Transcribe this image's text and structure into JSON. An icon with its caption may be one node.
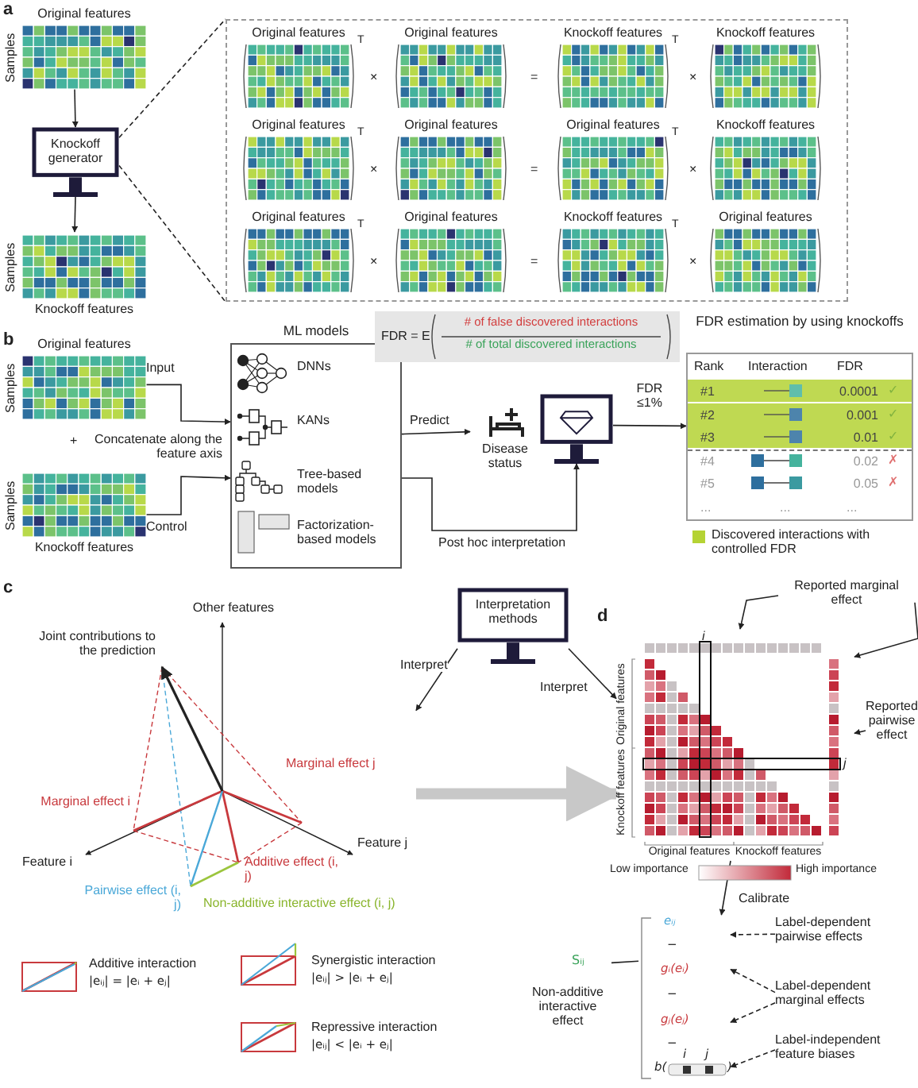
{
  "diagram": {
    "nodes": [
      {
        "text": [
          "Original features"
        ],
        "beside": [
          "Samples"
        ]
      },
      {
        "text": [
          "Knockoff generator"
        ]
      },
      {
        "text": [
          "Knockoff features"
        ],
        "beside": [
          "Samples"
        ]
      },
      {
        "text": [],
        "shape": "box"
      },
      {
        "text": [
          "Original features"
        ],
        "beside": [
          "T"
        ],
        "in": 3
      },
      {
        "text": [
          "Original features"
        ],
        "in": 3
      },
      {
        "text": [
          "Knockoff features"
        ],
        "beside": [
          "T"
        ],
        "in": 3
      },
      {
        "text": [
          "Knockoff features"
        ],
        "in": 3
      },
      {
        "text": [
          "Original features"
        ],
        "beside": [
          "T"
        ],
        "in": 3
      },
      {
        "text": [
          "Original features"
        ],
        "in": 3
      },
      {
        "text": [
          "Original features"
        ],
        "beside": [
          "T"
        ],
        "in": 3
      },
      {
        "text": [
          "Knockoff features"
        ],
        "in": 3
      },
      {
        "text": [
          "Original features"
        ],
        "beside": [
          "T"
        ],
        "in": 3
      },
      {
        "text": [
          "Original features"
        ],
        "in": 3
      },
      {
        "text": [
          "Knockoff features"
        ],
        "beside": [
          "T"
        ],
        "in": 3
      },
      {
        "text": [
          "Original features"
        ],
        "in": 3
      },
      {
        "text": [
          "Original features"
        ],
        "beside": [
          "Samples"
        ]
      },
      {
        "text": [
          "Knockoff features"
        ],
        "beside": [
          "Samples"
        ]
      },
      {
        "text": [
          "ML models"
        ]
      },
      {
        "text": [
          "DNNs"
        ],
        "in": 18
      },
      {
        "text": [
          "KANs"
        ],
        "in": 18
      },
      {
        "text": [
          "Tree-based models"
        ],
        "in": 18
      },
      {
        "text": [
          "Factorization-based models"
        ],
        "in": 18
      },
      {
        "text": [
          "Disease status"
        ]
      },
      {
        "text": [],
        "shape": "picture"
      },
      {
        "text": [
          "FDR = E",
          "# of false discovered interactions",
          "# of total discovered interactions"
        ]
      },
      {
        "text": [
          "FDR estimation by using knockoffs",
          "Rank",
          "Interaction",
          "FDR",
          "#1",
          "0.0001",
          "✓",
          "#2",
          "0.001",
          "✓",
          "#3",
          "0.01",
          "✓",
          "#4",
          "0.02",
          "✗",
          "#5",
          "0.05",
          "✗",
          "...",
          "...",
          "..."
        ]
      },
      {
        "text": [
          "Interpretation methods"
        ]
      },
      {
        "text": [
          "Other features",
          "Joint contributions to the prediction",
          "Marginal effect i",
          "Marginal effect j",
          "Additive effect (i, j)",
          "Pairwise effect (i, j)",
          "Non-additive interactive effect (i, j)",
          "Feature i",
          "Feature j"
        ]
      },
      {
        "text": [
          "i",
          "j",
          "Original features",
          "Knockoff features",
          "Original features",
          "Knockoff features"
        ]
      },
      {
        "text": [
          "Reported marginal effect"
        ]
      },
      {
        "text": [
          "Reported pairwise effect"
        ]
      },
      {
        "text": [
          "Sᵢⱼ",
          "Non-additive interactive effect"
        ]
      },
      {
        "text": [
          "eᵢⱼ",
          "−",
          "gᵢ(eᵢ)",
          "−",
          "gⱼ(eⱼ)",
          "−",
          "b(",
          "i",
          "j",
          ")"
        ]
      },
      {
        "text": [
          "Label-dependent pairwise effects"
        ]
      },
      {
        "text": [
          "Label-dependent marginal effects"
        ]
      },
      {
        "text": [
          "Label-independent feature biases"
        ]
      }
    ],
    "edges": [
      {
        "from": 0,
        "to": 1,
        "arrow": "to"
      },
      {
        "from": 1,
        "to": 2,
        "arrow": "to"
      },
      {
        "from": 1,
        "to": 3,
        "arrow": "none",
        "style": "dashed"
      },
      {
        "from": 16,
        "to": 18,
        "arrow": "to",
        "label": "Input"
      },
      {
        "from": 17,
        "to": 18,
        "arrow": "to",
        "label": "Control"
      },
      {
        "from": 18,
        "to": 23,
        "arrow": "to",
        "label": "Predict"
      },
      {
        "from": 18,
        "to": 24,
        "arrow": "to",
        "label": "Post hoc interpretation"
      },
      {
        "from": 24,
        "to": 26,
        "arrow": "to",
        "label": "FDR ≤1%"
      },
      {
        "from": 27,
        "to": 28,
        "arrow": "to",
        "label": "Interpret"
      },
      {
        "from": 27,
        "to": 29,
        "arrow": "to",
        "label": "Interpret"
      },
      {
        "from": 28,
        "to": 29,
        "arrow": "to",
        "style": "thick",
        "color": "#c8c8c8"
      },
      {
        "from": 30,
        "to": 29,
        "arrow": "to"
      },
      {
        "from": 30,
        "to": 29,
        "arrow": "to"
      },
      {
        "from": 31,
        "to": 29,
        "arrow": "to"
      },
      {
        "from": 29,
        "to": 33,
        "arrow": "to",
        "label": "Calibrate"
      },
      {
        "from": 32,
        "to": 33,
        "arrow": "none"
      },
      {
        "from": 34,
        "to": 33,
        "arrow": "to",
        "style": "dashed"
      },
      {
        "from": 35,
        "to": 33,
        "arrow": "to",
        "style": "dashed"
      },
      {
        "from": 35,
        "to": 33,
        "arrow": "to",
        "style": "dashed"
      },
      {
        "from": 36,
        "to": 33,
        "arrow": "to",
        "style": "dashed"
      }
    ],
    "labels": [
      "a",
      "×",
      "=",
      "×",
      "×",
      "=",
      "×",
      "×",
      "=",
      "×",
      "b",
      "+",
      "Concatenate along the feature axis",
      "c",
      "Additive interaction",
      "|eᵢⱼ| = |eᵢ + eⱼ|",
      "Synergistic interaction",
      "|eᵢⱼ| > |eᵢ + eⱼ|",
      "Repressive interaction",
      "|eᵢⱼ| < |eᵢ + eⱼ|",
      "d",
      "Low importance",
      "High importance"
    ],
    "legend": [
      {
        "text": "Discovered interactions with controlled FDR",
        "color": "#b5d334"
      }
    ]
  }
}
